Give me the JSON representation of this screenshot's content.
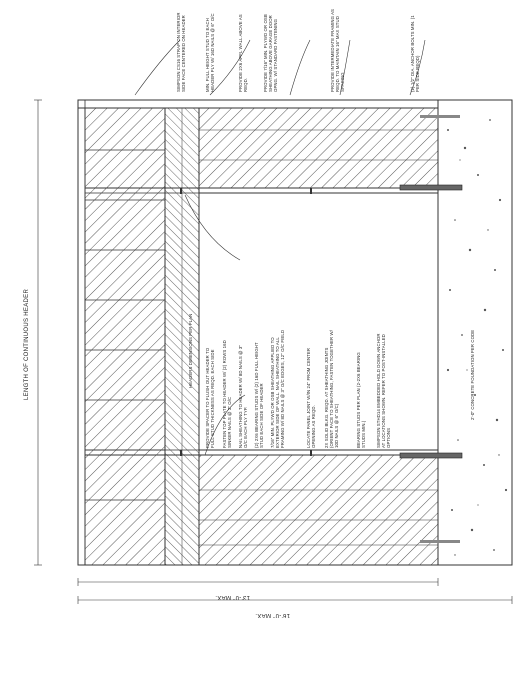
{
  "dimensions": {
    "header_length": "LENGTH OF CONTINUOUS HEADER",
    "wall_height": "13'-0\" MAX.",
    "opening_height": "16'-0\" MAX."
  },
  "notes": {
    "top": [
      "SIMPSON CS16 STRAP ON INTERIOR SIDE FACE CENTERED ON HEADER",
      "MIN. FULL HEIGHT STUD TO EACH HEADER PLY W/ 16d NAILS @ 6\" O/C",
      "PROVIDE 2X6 APFL WALL ABOVE AS REQD.",
      "PROVIDE 7/16\" MIN. PLYWD OR OSB SHEATHING ABOVE GARAGE DOOR OPNG. W/ STANDARD FASTENING",
      "PROVIDE INTERMEDIATE FRAMING AS REQD. TO MAINTAIN 16\" MAX STUD SPACING",
      "(2) 1/2\" DIA. ANCHOR BOLTS MIN. (1 PER SIDE REQD)"
    ],
    "header_strip": "HEADERS DIMENSIONS PER PLAN",
    "bottom": [
      "PROVIDE SPACER TO FLUSH OUT HEADER TO FULL STUD THICKNESS AS REQD. EACH SIDE",
      "FASTEN TOP PLATE TO HEADER W/ (2) ROWS 16d SINKER NAILS @ 3\" O/C",
      "NAIL SHEATHING TO HEADER W/ 8d NAILS @ 3\" O/C EACH PLY TYP.",
      "(2) 2X6 BEARING STUDS W/ (2) 16d FULL HEIGHT STUD EACH SIDE OF HEADER",
      "7/16\" MIN. PLYWD OR OSB SHEATHING APPLIED TO EXTERIOR SIDE OF WALL. NAIL SHEATHING TO ALL FRAMING W/ 8d NAILS @ 3\" O/C EDGES, 12\" O/C FIELD",
      "LOCATE PANEL JOINT W/IN 24\" FROM CENTER OPENING AS REQD.",
      "2X SOLID BLKG. REQD. AT SHEATHING JOINTS (ORIENT FACE TO SHEATHING, FASTEN TOGETHER W/ 10d NAILS @ 6\" O/C)",
      "BEARING STUDS PER PLAN (2-2X6 BEARING STUDS MIN.)",
      "SIMPSON STHD14 EMBEDDED HOLD DOWN ANCHOR AT LOCATIONS SHOWN. REFER TO POST-INSTALLED OPTIONS"
    ],
    "foundation": "2'-0\" CONCRETE FOUNDATION PER CODE"
  }
}
